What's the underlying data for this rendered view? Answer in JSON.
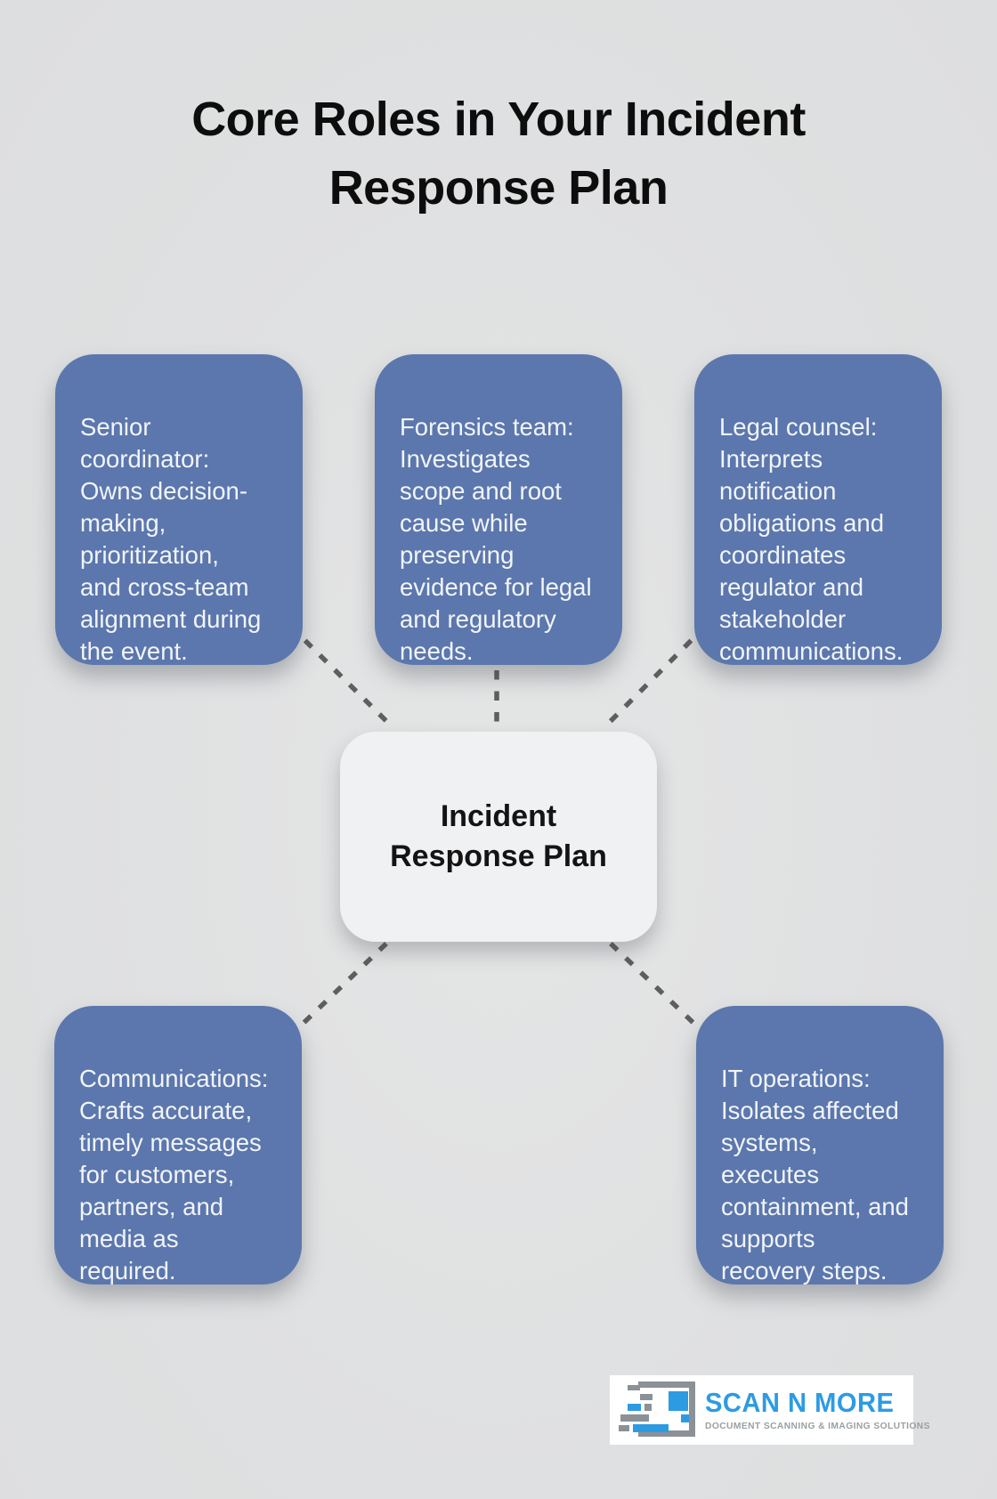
{
  "title": "Core Roles in Your Incident\nResponse Plan",
  "center_node": {
    "label": "Incident\nResponse Plan"
  },
  "roles": [
    {
      "id": "senior-coordinator",
      "text": "Senior\ncoordinator:\nOwns decision-\nmaking,\nprioritization,\nand cross-team\nalignment during\nthe event."
    },
    {
      "id": "forensics-team",
      "text": "Forensics team:\nInvestigates\nscope and root\ncause while\npreserving\nevidence for legal\nand regulatory\nneeds."
    },
    {
      "id": "legal-counsel",
      "text": "Legal counsel:\nInterprets\nnotification\nobligations and\ncoordinates\nregulator and\nstakeholder\ncommunications."
    },
    {
      "id": "communications",
      "text": "Communications:\nCrafts accurate,\ntimely messages\nfor customers,\npartners, and\nmedia as\nrequired."
    },
    {
      "id": "it-operations",
      "text": "IT operations:\nIsolates affected\nsystems,\nexecutes\ncontainment, and\nsupports\nrecovery steps."
    }
  ],
  "logo": {
    "brand": "SCAN N MORE",
    "tagline": "DOCUMENT SCANNING & IMAGING SOLUTIONS"
  },
  "colors": {
    "background": "#dfe0e1",
    "role_box": "#5b77ad",
    "role_text": "#f2f4f8",
    "center_bg": "#f0f1f3",
    "connector": "#5e5e5e",
    "title_text": "#0d0d0d",
    "brand_blue": "#2d9be2",
    "brand_gray": "#8b9196"
  }
}
